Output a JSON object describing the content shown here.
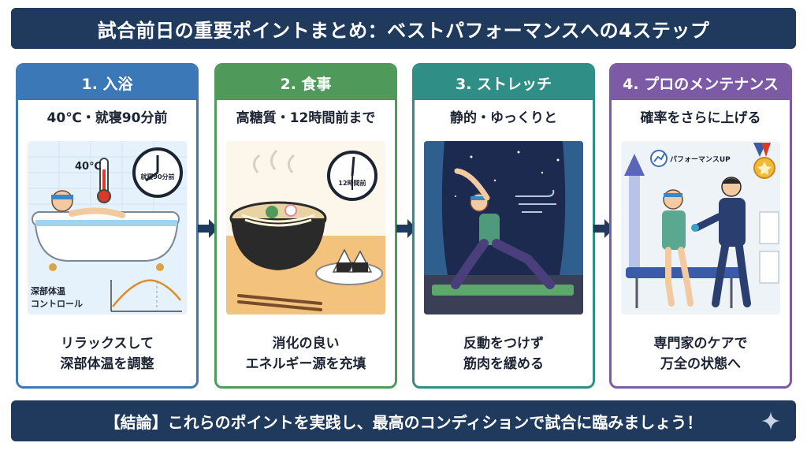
{
  "title": "試合前日の重要ポイントまとめ：ベストパフォーマンスへの4ステップ",
  "colors": {
    "navy": "#1f3a5c",
    "step1": "#3b78b8",
    "step2": "#4f9a5a",
    "step3": "#2f8f86",
    "step4": "#7d5aa6"
  },
  "steps": [
    {
      "header": "1. 入浴",
      "subtitle": "40℃・就寝90分前",
      "illus_temp": "40℃",
      "illus_clock": "就寝90分前",
      "illus_graph": "深部体温\nコントロール",
      "illus_graph_l1": "深部体温",
      "illus_graph_l2": "コントロール",
      "line1": "リラックスして",
      "line2": "深部体温を調整"
    },
    {
      "header": "2. 食事",
      "subtitle": "高糖質・12時間前まで",
      "illus_clock": "12時間前",
      "line1": "消化の良い",
      "line2": "エネルギー源を充填"
    },
    {
      "header": "3. ストレッチ",
      "subtitle": "静的・ゆっくりと",
      "line1": "反動をつけず",
      "line2": "筋肉を緩める"
    },
    {
      "header": "4. プロのメンテナンス",
      "subtitle": "確率をさらに上げる",
      "illus_badge": "パフォーマンスUP",
      "line1": "専門家のケアで",
      "line2": "万全の状態へ"
    }
  ],
  "conclusion": "【結論】これらのポイントを実践し、最高のコンディションで試合に臨みましょう！",
  "icons": [
    "thermometer-icon",
    "clock-icon",
    "arrow-right-icon",
    "sparkle-icon",
    "medal-icon",
    "trend-up-icon"
  ]
}
